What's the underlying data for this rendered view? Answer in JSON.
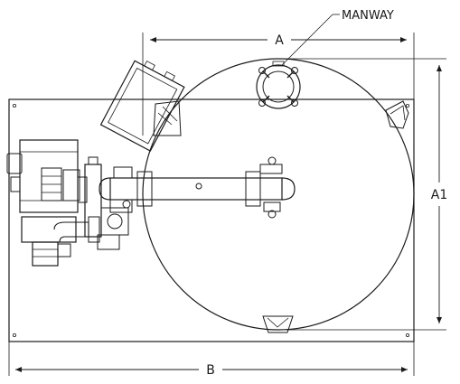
{
  "labels": {
    "manway": "MANWAY",
    "dim_a": "A",
    "dim_a1": "A1",
    "dim_b": "B"
  }
}
